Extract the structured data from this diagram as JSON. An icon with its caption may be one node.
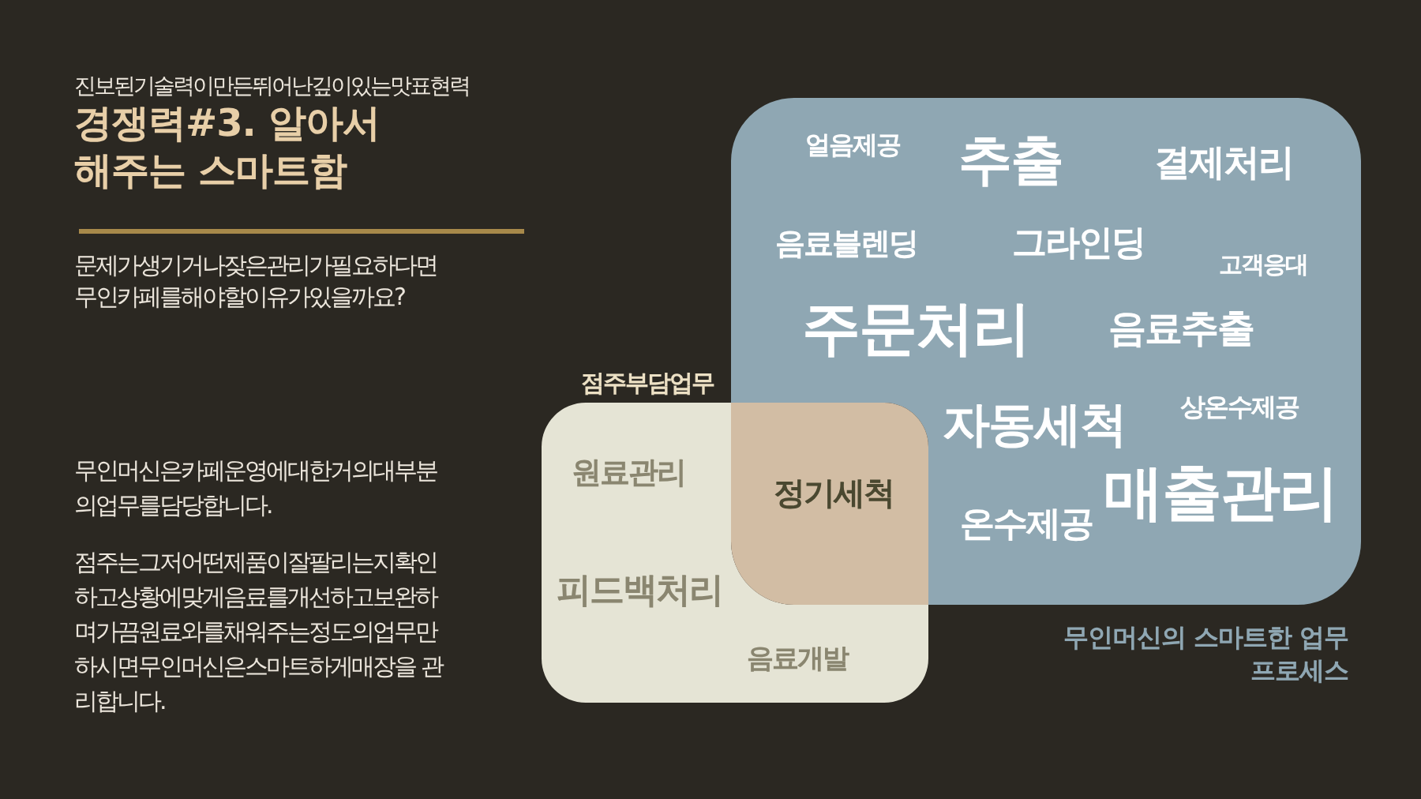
{
  "diagram": {
    "title": "경쟁력#3. 알아서 해주는 스마트함",
    "nodes": [
      {
        "text": [
          "얼음제공",
          "추출",
          "결제처리",
          "음료블렌딩",
          "그라인딩",
          "고객응대",
          "주문처리",
          "음료추출",
          "자동세척",
          "상온수제공",
          "매출관리",
          "온수제공"
        ],
        "beside": [
          "무인머신의 스마트한 업무 프로세스"
        ]
      },
      {
        "text": [
          "점주부담업무",
          "원료관리",
          "피드백처리",
          "음료개발"
        ]
      },
      {
        "text": [
          "정기세척"
        ]
      }
    ],
    "labels": [
      "진보된기술력이만든뛰어난깊이있는맛표현력",
      "문제가생기거나잦은관리가필요하다면 무인카페를해야할이유가있을까요?",
      "무인머신은카페운영에대한거의대부분 의업무를담당합니다.",
      "점주는그저어떤제품이잘팔리는지확인 하고상황에맞게음료를개선하고보완하 며가끔원료와를채워주는정도의업무만 하시면무인머신은스마트하게매장을 관리합니다."
    ]
  }
}
